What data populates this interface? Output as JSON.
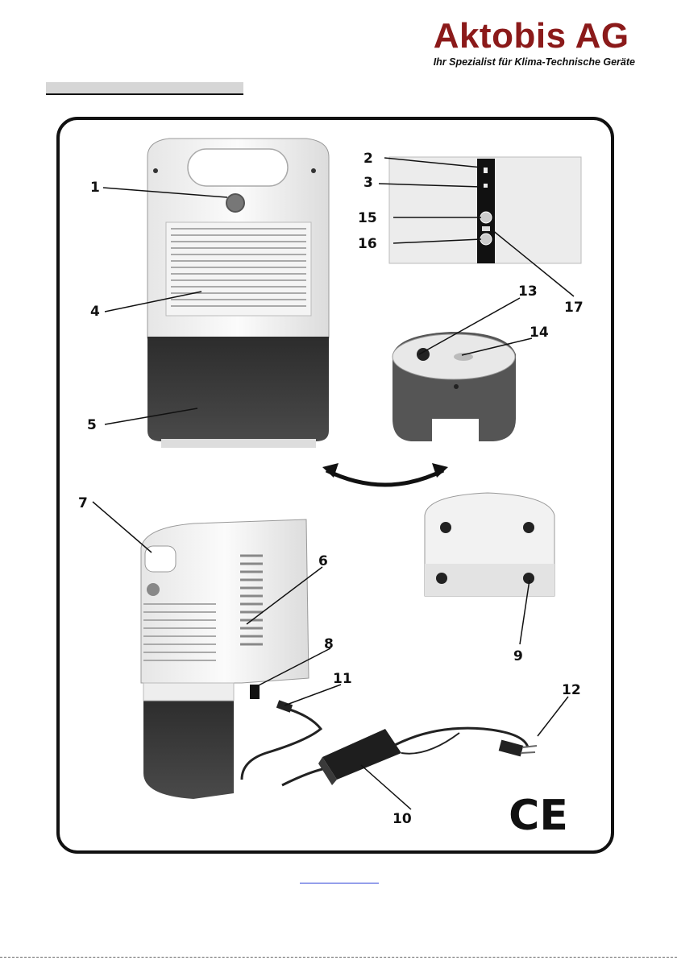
{
  "brand": {
    "name": "Aktobis AG",
    "tagline": "Ihr Spezialist für Klima-Technische Geräte"
  },
  "callouts": [
    "1",
    "2",
    "3",
    "4",
    "5",
    "6",
    "7",
    "8",
    "9",
    "10",
    "11",
    "12",
    "13",
    "14",
    "15",
    "16",
    "17"
  ],
  "marks": {
    "ce": "CE"
  },
  "colors": {
    "brand": "#8b1a1a",
    "frame": "#111111",
    "link": "#2a3fd6"
  }
}
